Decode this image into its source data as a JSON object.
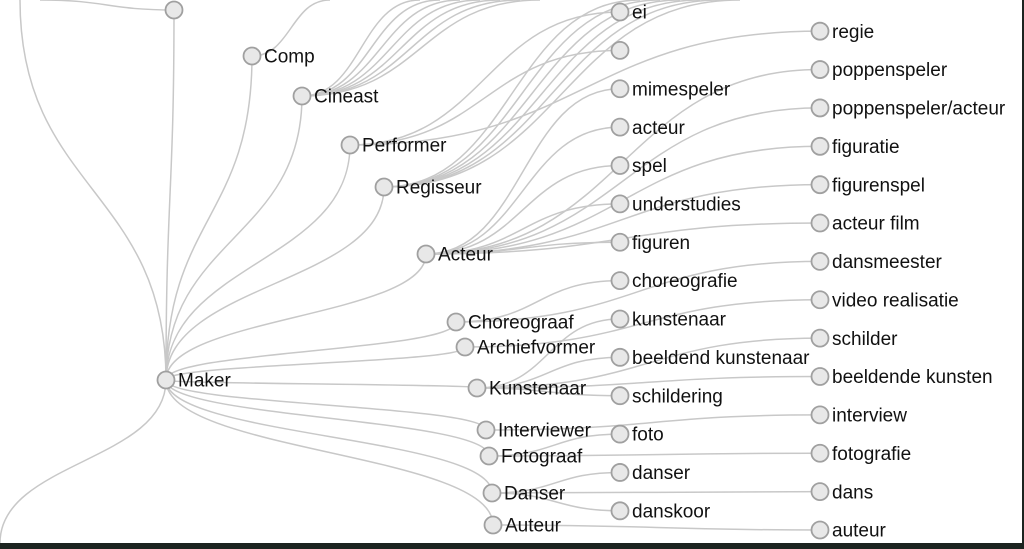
{
  "tree": {
    "root_child": "Maker",
    "categories": [
      {
        "label": "",
        "children": []
      },
      {
        "label": "Comp",
        "children": []
      },
      {
        "label": "Cineast",
        "children": []
      },
      {
        "label": "Performer",
        "children": [
          "ei",
          "regie",
          ""
        ]
      },
      {
        "label": "Regisseur",
        "children": []
      },
      {
        "label": "Acteur",
        "children": [
          "poppenspeler",
          "mimespeler",
          "poppenspeler/acteur",
          "acteur",
          "figuratie",
          "spel",
          "figurenspel",
          "understudies",
          "acteur film",
          "figuren"
        ]
      },
      {
        "label": "Choreograaf",
        "children": [
          "dansmeester",
          "choreografie"
        ]
      },
      {
        "label": "Archiefvormer",
        "children": [
          "video realisatie"
        ]
      },
      {
        "label": "Kunstenaar",
        "children": [
          "kunstenaar",
          "schilder",
          "beeldend kunstenaar",
          "beeldende kunsten",
          "schildering"
        ]
      },
      {
        "label": "Interviewer",
        "children": [
          "interview"
        ]
      },
      {
        "label": "Fotograaf",
        "children": [
          "foto",
          "fotografie"
        ]
      },
      {
        "label": "Danser",
        "children": [
          "danser",
          "dans",
          "danskoor"
        ]
      },
      {
        "label": "Auteur",
        "children": [
          "auteur"
        ]
      }
    ]
  },
  "colors": {
    "link": "#c8c8c8",
    "node_fill": "#e8e8e8",
    "node_stroke": "#a0a0a0"
  }
}
